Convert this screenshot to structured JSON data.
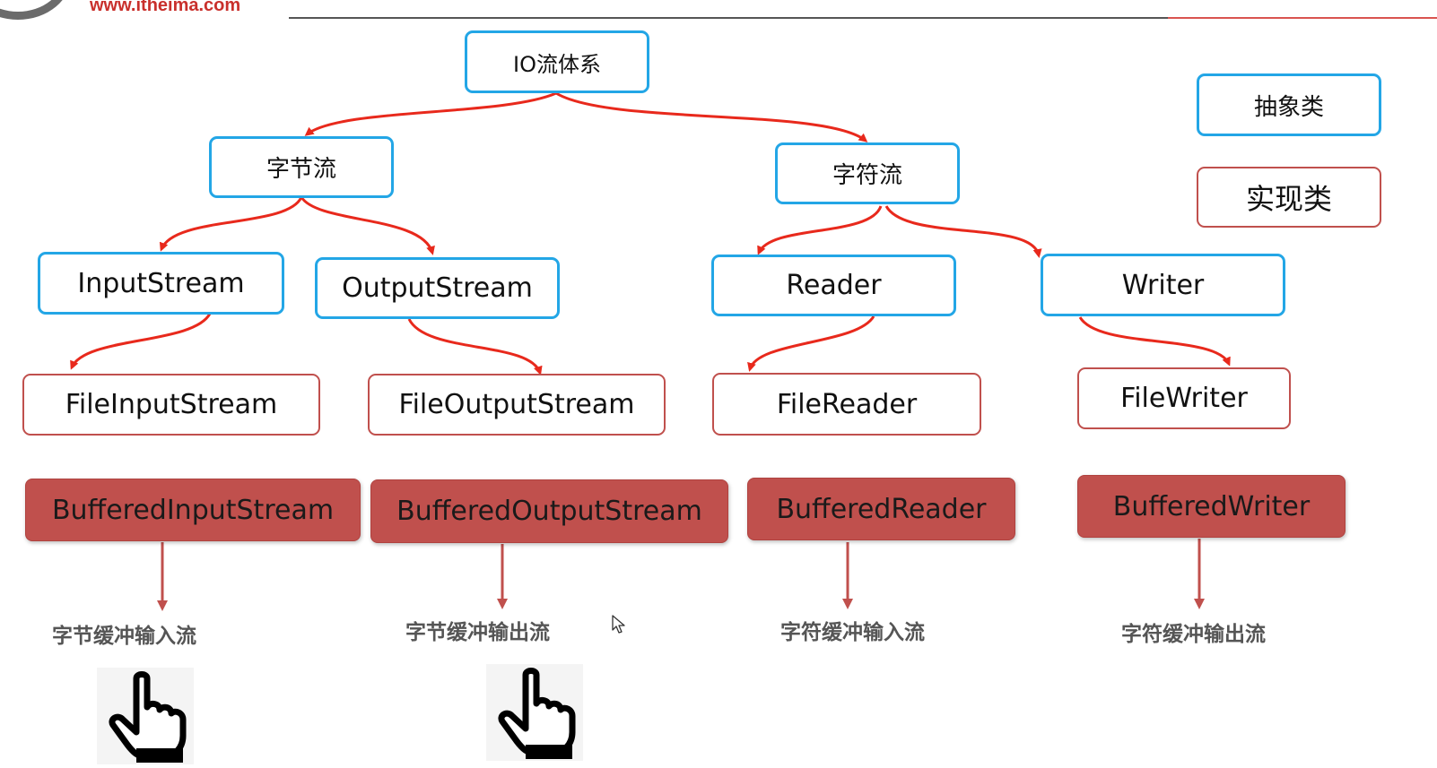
{
  "header": {
    "logo_url": "www.itheima.com"
  },
  "legend": {
    "abstract": "抽象类",
    "concrete": "实现类"
  },
  "tree": {
    "root": "IO流体系",
    "byte_stream": "字节流",
    "char_stream": "字符流",
    "input_stream": "InputStream",
    "output_stream": "OutputStream",
    "reader": "Reader",
    "writer": "Writer",
    "file_input_stream": "FileInputStream",
    "file_output_stream": "FileOutputStream",
    "file_reader": "FileReader",
    "file_writer": "FileWriter"
  },
  "buffered": {
    "input_stream": "BufferedInputStream",
    "output_stream": "BufferedOutputStream",
    "reader": "BufferedReader",
    "writer": "BufferedWriter"
  },
  "captions": {
    "byte_input": "字节缓冲输入流",
    "byte_output": "字节缓冲输出流",
    "char_input": "字符缓冲输入流",
    "char_output": "字符缓冲输出流"
  },
  "colors": {
    "abstract_border": "#23a6e6",
    "concrete_border": "#c0504d",
    "buffered_fill": "#c0504d",
    "arrow": "#e8291c",
    "caption_arrow": "#c0504d"
  },
  "icons": {
    "hand": "pointing-hand-icon",
    "cursor": "mouse-cursor-icon"
  }
}
